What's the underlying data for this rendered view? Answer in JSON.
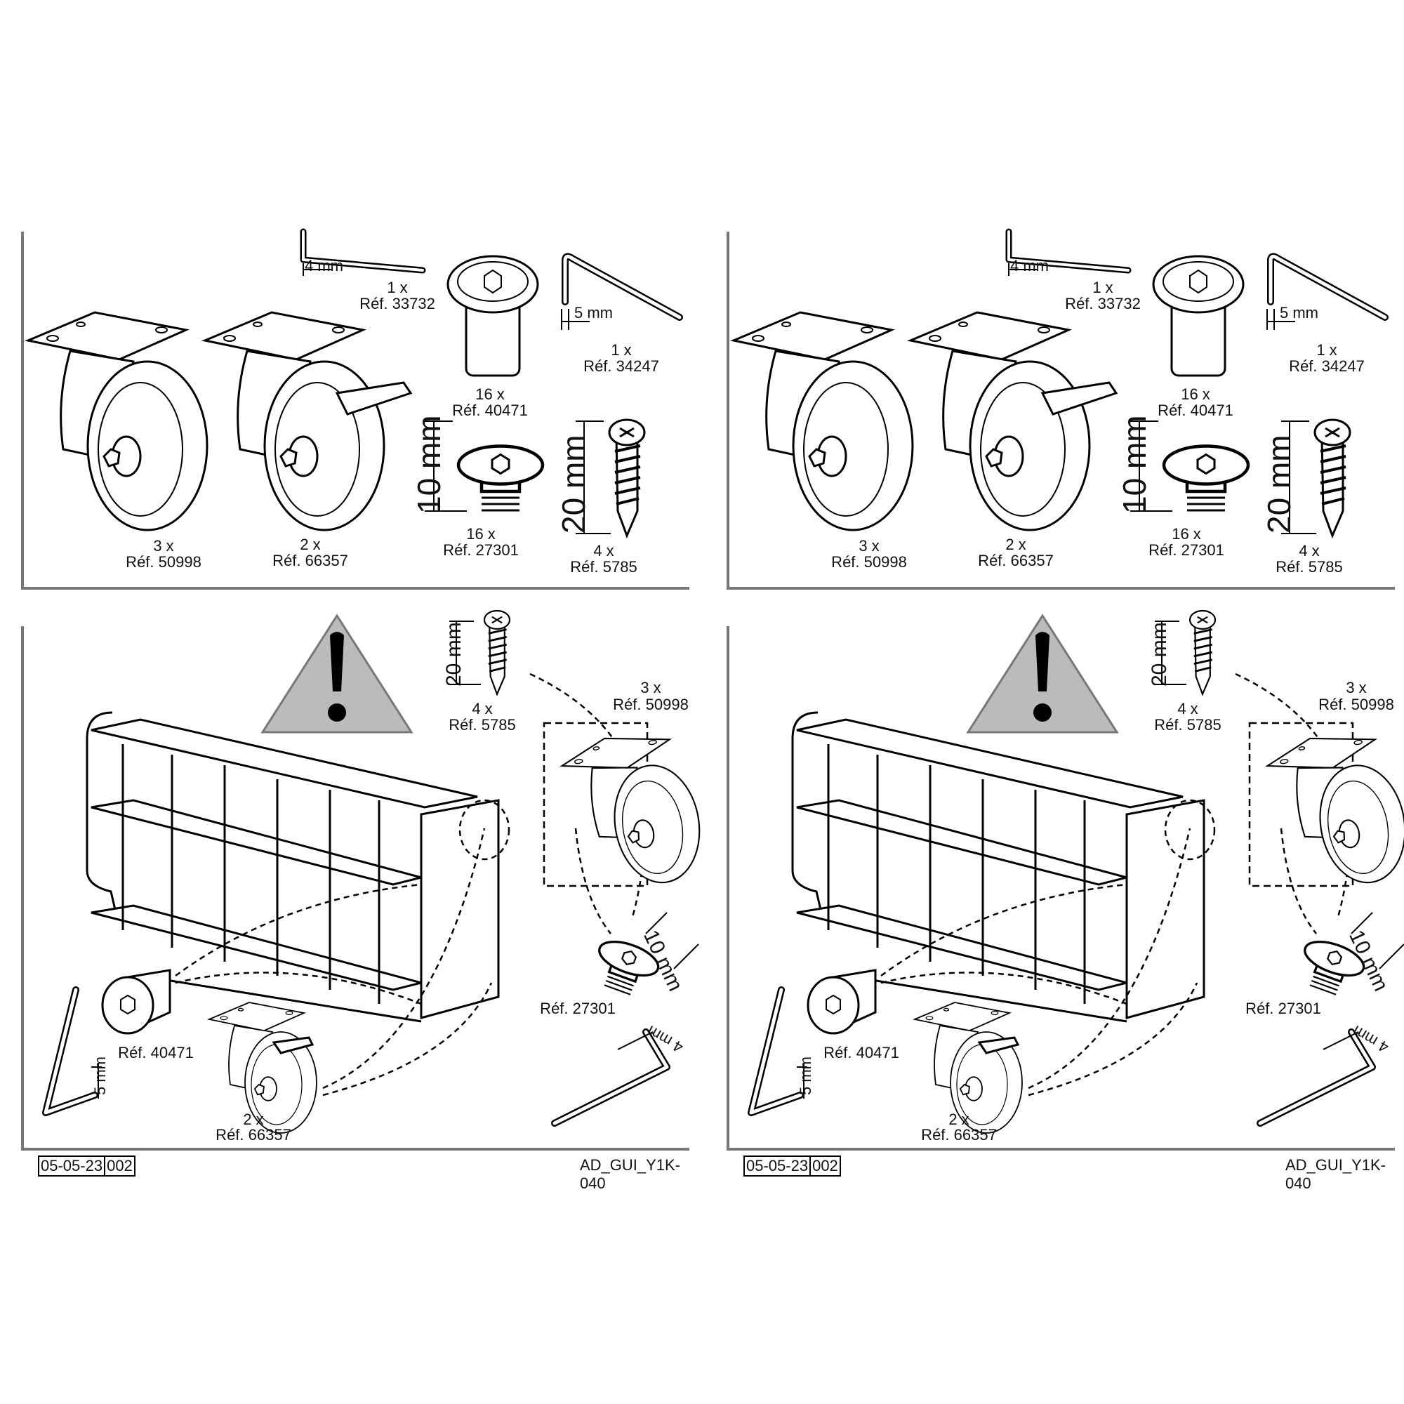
{
  "pages": [
    {
      "parts": {
        "hex_key_4": {
          "size": "4 mm",
          "qty": "1 x",
          "ref": "Réf. 33732"
        },
        "bolt_40471": {
          "qty": "16 x",
          "ref": "Réf. 40471"
        },
        "hex_key_5": {
          "size": "5 mm",
          "qty": "1 x",
          "ref": "Réf. 34247"
        },
        "caster_50998": {
          "qty": "3 x",
          "ref": "Réf. 50998"
        },
        "caster_66357": {
          "qty": "2 x",
          "ref": "Réf. 66357"
        },
        "bolt_27301": {
          "size": "10 mm",
          "qty": "16 x",
          "ref": "Réf. 27301"
        },
        "screw_5785": {
          "size": "20 mm",
          "qty": "4 x",
          "ref": "Réf. 5785"
        }
      },
      "step": {
        "screw_size": "20 mm",
        "screw_qty": "4 x",
        "screw_ref": "Réf. 5785",
        "caster_qty": "3 x",
        "caster_ref": "Réf. 50998",
        "bolt_size": "10 mm",
        "bolt_ref": "Réf. 27301",
        "key4_size": "4 mm",
        "sleeve_ref": "Réf. 40471",
        "key5_size": "5 mm",
        "brake_qty": "2 x",
        "brake_ref": "Réf. 66357"
      },
      "footer": {
        "date": "05-05-23",
        "page": "002",
        "doc_ref": "AD_GUI_Y1K-040"
      }
    },
    {
      "parts": {
        "hex_key_4": {
          "size": "4 mm",
          "qty": "1 x",
          "ref": "Réf. 33732"
        },
        "bolt_40471": {
          "qty": "16 x",
          "ref": "Réf. 40471"
        },
        "hex_key_5": {
          "size": "5 mm",
          "qty": "1 x",
          "ref": "Réf. 34247"
        },
        "caster_50998": {
          "qty": "3 x",
          "ref": "Réf. 50998"
        },
        "caster_66357": {
          "qty": "2 x",
          "ref": "Réf. 66357"
        },
        "bolt_27301": {
          "size": "10 mm",
          "qty": "16 x",
          "ref": "Réf. 27301"
        },
        "screw_5785": {
          "size": "20 mm",
          "qty": "4 x",
          "ref": "Réf. 5785"
        }
      },
      "step": {
        "screw_size": "20 mm",
        "screw_qty": "4 x",
        "screw_ref": "Réf. 5785",
        "caster_qty": "3 x",
        "caster_ref": "Réf. 50998",
        "bolt_size": "10 mm",
        "bolt_ref": "Réf. 27301",
        "key4_size": "4 mm",
        "sleeve_ref": "Réf. 40471",
        "key5_size": "5 mm",
        "brake_qty": "2 x",
        "brake_ref": "Réf. 66357"
      },
      "footer": {
        "date": "05-05-23",
        "page": "002",
        "doc_ref": "AD_GUI_Y1K-040"
      }
    }
  ]
}
